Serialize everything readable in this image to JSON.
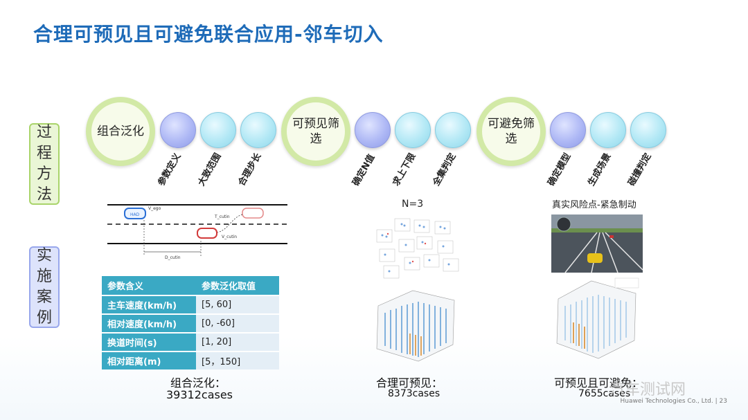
{
  "title": "合理可预见且可避免联合应用-邻车切入",
  "side_labels": {
    "process": [
      "过",
      "程",
      "方",
      "法"
    ],
    "case": [
      "实",
      "施",
      "案",
      "例"
    ]
  },
  "process_steps": [
    {
      "label": "组合泛化",
      "substeps": [
        "参数定义",
        "大致范围",
        "合理步长"
      ]
    },
    {
      "label": "可预见筛选",
      "substeps": [
        "确定N值",
        "求上下限",
        "全集判定"
      ]
    },
    {
      "label": "可避免筛选",
      "substeps": [
        "确定模型",
        "生成场景",
        "碰撞判定"
      ]
    }
  ],
  "diagram_labels": {
    "ego_speed": "V_ego",
    "cut_in_time": "T_cutin",
    "cut_in_speed": "V_cutin",
    "distance": "D_cutin",
    "ego_tag": "HAD"
  },
  "table": {
    "headers": [
      "参数含义",
      "参数泛化取值"
    ],
    "rows": [
      [
        "主车速度(km/h)",
        "[5, 60]"
      ],
      [
        "相对速度(km/h)",
        "[0, -60]"
      ],
      [
        "换道时间(s)",
        "[1, 20]"
      ],
      [
        "相对距离(m)",
        "[5，150]"
      ]
    ]
  },
  "middle_panel": {
    "label": "N=3"
  },
  "right_panel": {
    "label": "真实风险点-紧急制动"
  },
  "captions": [
    {
      "title": "组合泛化：",
      "count": "39312cases"
    },
    {
      "title": "合理可预见：",
      "count": "8373cases"
    },
    {
      "title": "可预见且可避免：",
      "count": "7655cases"
    }
  ],
  "footer": {
    "company": "Huawei Technologies Co., Ltd.",
    "page": "23"
  },
  "watermark": "汽车测试网"
}
